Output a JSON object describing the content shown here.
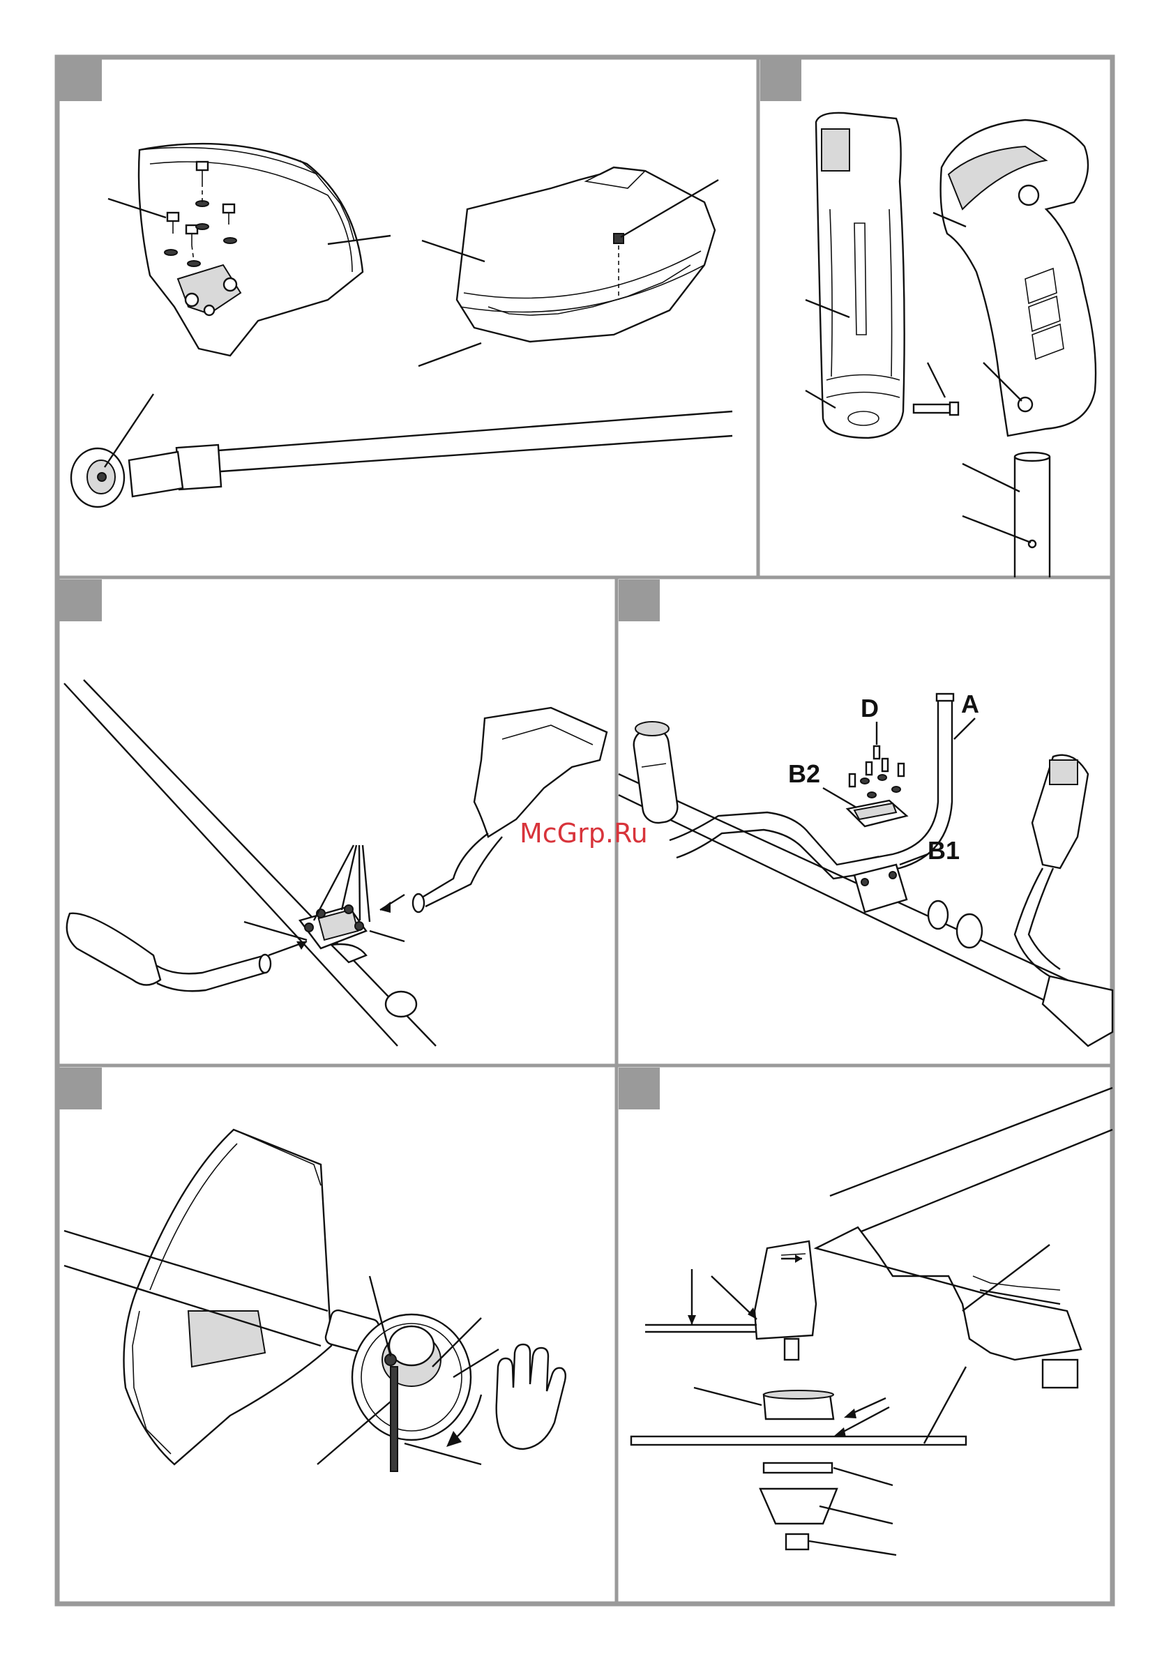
{
  "labels": {
    "D": "D",
    "A": "A",
    "B2": "B2",
    "B1": "B1"
  },
  "watermark": "McGrp.Ru",
  "colors": {
    "frame": "#9a9a9a",
    "tab": "#9a9a9a",
    "watermark": "#d8343b",
    "line": "#111111"
  },
  "panels": [
    {
      "id": "guard-mounting",
      "tab": true
    },
    {
      "id": "handle-grip",
      "tab": true
    },
    {
      "id": "handle-bar-insert",
      "tab": true
    },
    {
      "id": "bike-handle-assembly",
      "tab": true
    },
    {
      "id": "spool-tightening",
      "tab": true
    },
    {
      "id": "blade-mounting",
      "tab": true
    }
  ],
  "icons": [
    "hand-stop-icon",
    "rotation-arrow-icon",
    "direction-arrow-icon"
  ]
}
